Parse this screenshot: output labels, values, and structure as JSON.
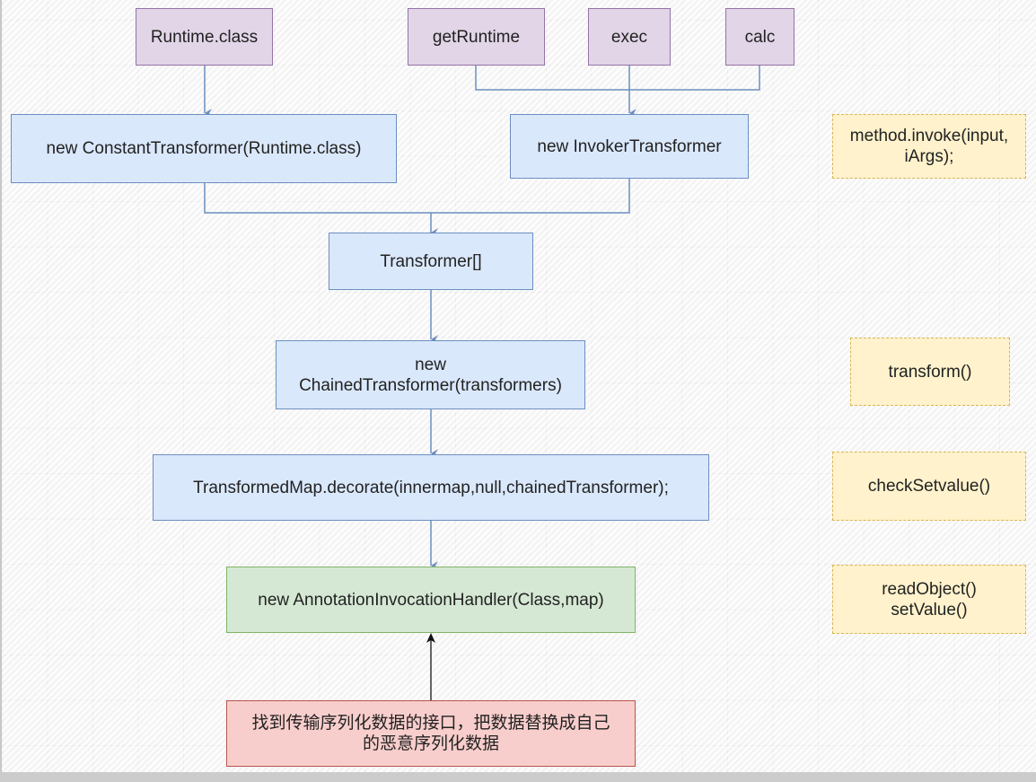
{
  "diagram": {
    "title": "",
    "nodes": {
      "runtime_class": "Runtime.class",
      "get_runtime": "getRuntime",
      "exec": "exec",
      "calc": "calc",
      "constant_transformer": "new ConstantTransformer(Runtime.class)",
      "invoker_transformer": "new InvokerTransformer",
      "transformer_array": "Transformer[]",
      "chained_transformer_line1": "new",
      "chained_transformer_line2": "ChainedTransformer(transformers)",
      "transformed_map": "TransformedMap.decorate(innermap,null,chainedTransformer);",
      "annotation_handler": "new AnnotationInvocationHandler(Class,map)",
      "entry_point_line1": "找到传输序列化数据的接口，把数据替换成自己",
      "entry_point_line2": "的恶意序列化数据"
    },
    "notes": {
      "method_invoke_line1": "method.invoke(input,",
      "method_invoke_line2": "iArgs);",
      "transform": "transform()",
      "check_setvalue": "checkSetvalue()",
      "read_object": "readObject()",
      "set_value": "setValue()"
    },
    "edges": [
      {
        "from": "runtime_class",
        "to": "constant_transformer"
      },
      {
        "from": "get_runtime",
        "to": "invoker_transformer"
      },
      {
        "from": "exec",
        "to": "invoker_transformer"
      },
      {
        "from": "calc",
        "to": "invoker_transformer"
      },
      {
        "from": "constant_transformer",
        "to": "transformer_array"
      },
      {
        "from": "invoker_transformer",
        "to": "transformer_array"
      },
      {
        "from": "transformer_array",
        "to": "chained_transformer"
      },
      {
        "from": "chained_transformer",
        "to": "transformed_map"
      },
      {
        "from": "transformed_map",
        "to": "annotation_handler"
      },
      {
        "from": "entry_point",
        "to": "annotation_handler"
      }
    ],
    "colors": {
      "purple_fill": "#e1d5e7",
      "blue_fill": "#dae8fc",
      "green_fill": "#d5e8d4",
      "red_fill": "#f8cecc",
      "note_fill": "#fff2cc",
      "edge": "#6c8ebf",
      "edge_dark": "#333333"
    }
  }
}
